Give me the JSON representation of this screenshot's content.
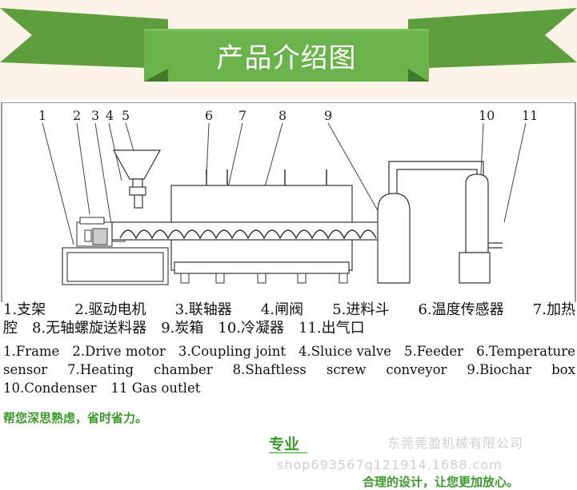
{
  "banner": {
    "title": "产品介绍图",
    "color": "#6ab24a"
  },
  "diagram": {
    "numbers": [
      "1",
      "2",
      "3",
      "4",
      "5",
      "6",
      "7",
      "8",
      "9",
      "10",
      "11"
    ]
  },
  "legend_cn": {
    "line1": [
      "1.支架",
      "2.驱动电机",
      "3.联轴器",
      "4.闸阀",
      "5.进料斗",
      "6.温度传感器",
      "7.加热"
    ],
    "line2": [
      "腔",
      "8.无轴螺旋送料器",
      "9.炭箱",
      "10.冷凝器",
      "11.出气口"
    ]
  },
  "legend_en": {
    "line1": [
      "1.Frame",
      "2.Drive motor",
      "3.Coupling joint",
      "4.Sluice valve",
      "5.Feeder",
      "6.Temperature"
    ],
    "line2": [
      "sensor",
      "7.Heating",
      "chamber",
      "8.Shaftless",
      "screw",
      "conveyor",
      "9.Biochar",
      "box"
    ],
    "line3": [
      "10.Condenser",
      "11 Gas outlet"
    ]
  },
  "notes": {
    "left": "帮您深思熟虑，省时省力。",
    "pro": "专业",
    "company": "东莞莞盈机械有限公司",
    "shop": "shop693567q121914.1688.com",
    "right": "合理的设计，让您更加放心。",
    "accent": "#3a9a2a"
  }
}
